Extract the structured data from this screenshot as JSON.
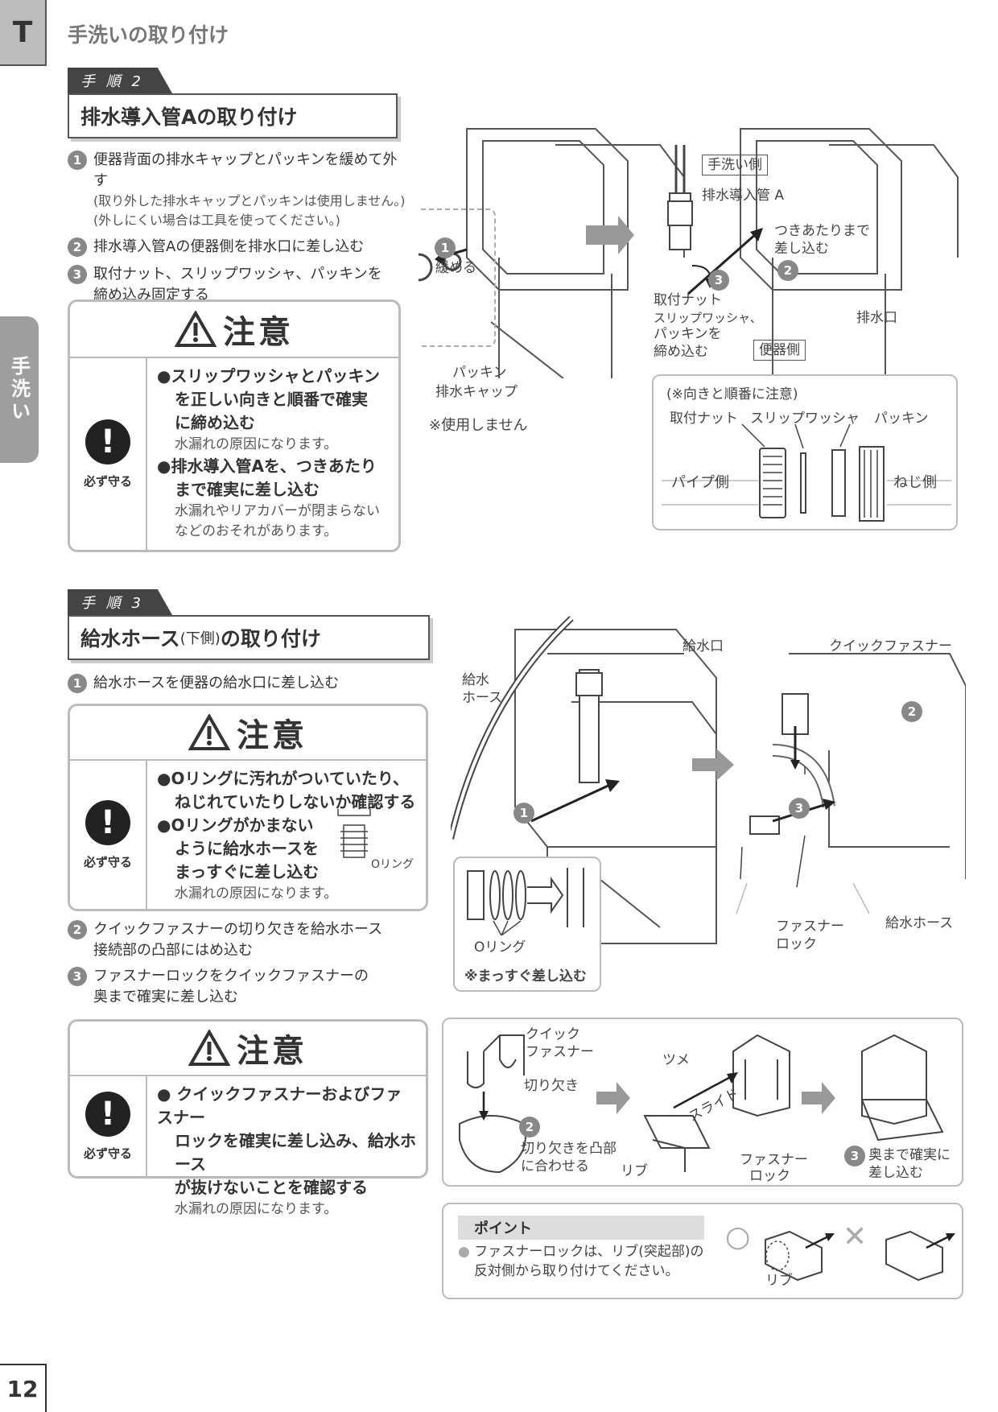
{
  "header": {
    "tab_letter": "T",
    "title": "手洗いの取り付け"
  },
  "side_tab": "手洗い",
  "page_number": "12",
  "step2": {
    "tag": "手 順 2",
    "title": "排水導入管Aの取り付け",
    "items": [
      {
        "n": "1",
        "text": "便器背面の排水キャップとパッキンを緩めて外す",
        "sub1": "(取り外した排水キャップとパッキンは使用しません。)",
        "sub2": "(外しにくい場合は工具を使ってください。)"
      },
      {
        "n": "2",
        "text": "排水導入管Aの便器側を排水口に差し込む"
      },
      {
        "n": "3",
        "text": "取付ナット、スリップワッシャ、パッキンを",
        "text2": "締め込み固定する"
      }
    ],
    "caution": {
      "title": "注意",
      "must": "必ず守る",
      "b1": "●スリップワッシャとパッキン",
      "b1b": "を正しい向きと順番で確実",
      "b1c": "に締め込む",
      "n1": "水漏れの原因になります。",
      "b2": "●排水導入管Aを、つきあたり",
      "b2b": "まで確実に差し込む",
      "n2": "水漏れやリアカバーが閉まらない",
      "n2b": "などのおそれがあります。"
    },
    "fig": {
      "c1": "1",
      "loosen": "緩める",
      "packing": "パッキン",
      "cap": "排水キャップ",
      "notuse": "※使用しません",
      "hand_side": "手洗い側",
      "pipe_a": "排水導入管 A",
      "push1": "つきあたりまで",
      "push2": "差し込む",
      "c2": "2",
      "c3": "3",
      "nut1": "取付ナット",
      "nut2": "スリップワッシャ、",
      "nut3": "パッキンを",
      "nut4": "締め込む",
      "outlet": "排水口",
      "toilet_side": "便器側",
      "order": "(※向きと順番に注意)",
      "nut": "取付ナット",
      "washer": "スリップワッシャ",
      "pk": "パッキン",
      "pipe_side": "パイプ側",
      "screw_side": "ねじ側"
    }
  },
  "step3": {
    "tag": "手 順 3",
    "title_a": "給水ホース",
    "title_b": "(下側)",
    "title_c": "の取り付け",
    "items": [
      {
        "n": "1",
        "text": "給水ホースを便器の給水口に差し込む"
      },
      {
        "n": "2",
        "text": "クイックファスナーの切り欠きを給水ホース",
        "text2": "接続部の凸部にはめ込む"
      },
      {
        "n": "3",
        "text": "ファスナーロックをクイックファスナーの",
        "text2": "奥まで確実に差し込む"
      }
    ],
    "caution1": {
      "title": "注意",
      "must": "必ず守る",
      "b1": "●Oリングに汚れがついていたり、",
      "b1b": "ねじれていたりしないか確認する",
      "b2": "●Oリングがかまない",
      "b2b": "ように給水ホースを",
      "b2c": "まっすぐに差し込む",
      "oring": "Oリング",
      "n1": "水漏れの原因になります。"
    },
    "caution2": {
      "title": "注意",
      "must": "必ず守る",
      "b1": "● クイックファスナーおよびファスナー",
      "b1b": "ロックを確実に差し込み、給水ホース",
      "b1c": "が抜けないことを確認する",
      "n1": "水漏れの原因になります。"
    },
    "fig": {
      "hose1": "給水",
      "hose2": "ホース",
      "inlet": "給水口",
      "qf": "クイックファスナー",
      "c1": "1",
      "c2": "2",
      "c3": "3",
      "oring": "Oリング",
      "straight": "※まっすぐ差し込む",
      "lock1": "ファスナー",
      "lock2": "ロック",
      "hose": "給水ホース"
    },
    "detail": {
      "qf1": "クイック",
      "qf2": "ファスナー",
      "notch": "切り欠き",
      "c2": "2",
      "align1": "切り欠きを凸部",
      "align2": "に合わせる",
      "claw": "ツメ",
      "slide": "スライド",
      "rib": "リブ",
      "lock1": "ファスナー",
      "lock2": "ロック",
      "c3": "3",
      "deep1": "奥まで確実に",
      "deep2": "差し込む"
    },
    "point": {
      "head": "ポイント",
      "t1": "ファスナーロックは、リブ(突起部)の",
      "t2": "反対側から取り付けてください。",
      "rib": "リブ",
      "ok": "○",
      "ng": "✕"
    }
  }
}
